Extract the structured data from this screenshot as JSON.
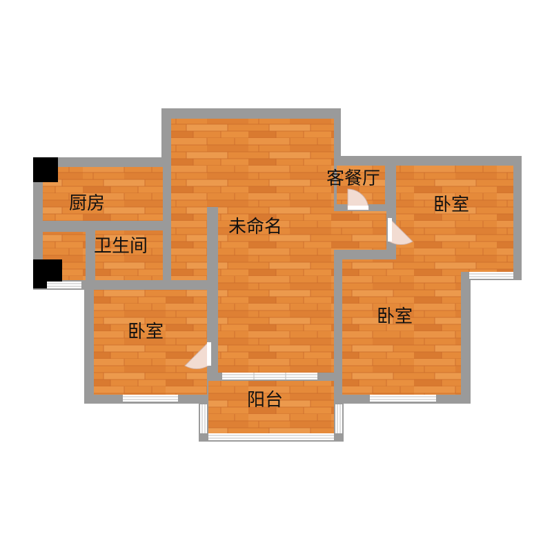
{
  "colors": {
    "wall": "#9a9a9a",
    "floor_base": "#e58a3a",
    "floor_dark": "#c9692a",
    "floor_light": "#f0a35a",
    "window": "#ffffff",
    "door_swing": "#f2dcd2",
    "column": "#000000"
  },
  "rooms": {
    "kitchen": "厨房",
    "bathroom": "卫生间",
    "living_dining": "客餐厅",
    "unnamed": "未命名",
    "bedroom_right": "卧室",
    "bedroom_center": "卧室",
    "bedroom_left": "卧室",
    "balcony": "阳台"
  }
}
